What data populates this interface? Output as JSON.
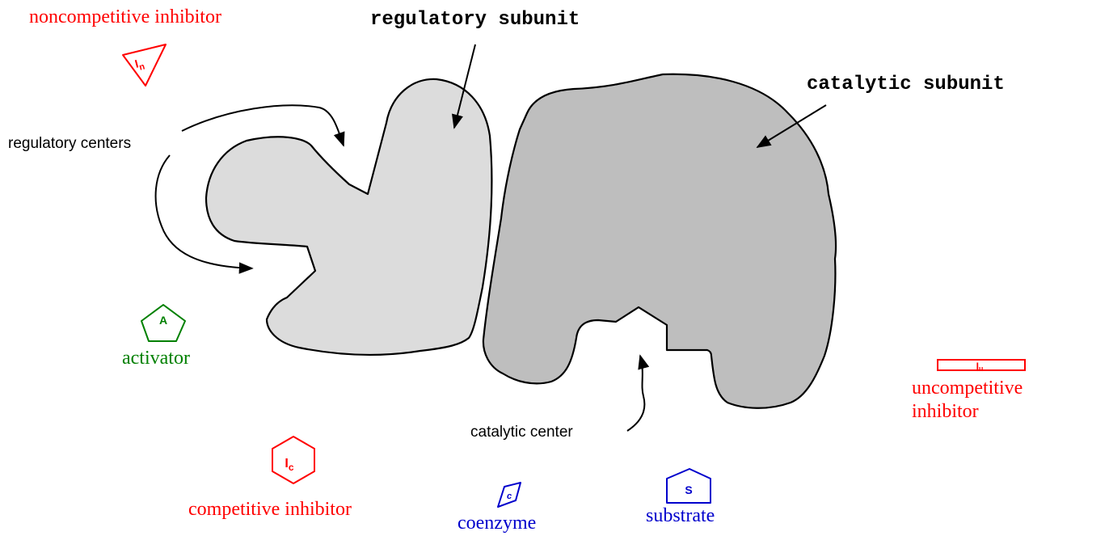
{
  "labels": {
    "noncompetitive_inhibitor": "noncompetitive inhibitor",
    "regulatory_subunit": "regulatory subunit",
    "catalytic_subunit": "catalytic subunit",
    "regulatory_centers": "regulatory centers",
    "activator": "activator",
    "catalytic_center": "catalytic center",
    "uncompetitive_inhibitor_line1": "uncompetitive",
    "uncompetitive_inhibitor_line2": "inhibitor",
    "competitive_inhibitor": "competitive inhibitor",
    "coenzyme": "coenzyme",
    "substrate": "substrate"
  },
  "symbols": {
    "noncompetitive_main": "I",
    "noncompetitive_sub": "n",
    "activator": "A",
    "competitive_main": "I",
    "competitive_sub": "c",
    "coenzyme": "c",
    "substrate": "S",
    "uncompetitive_main": "I",
    "uncompetitive_sub": "u"
  },
  "colors": {
    "inhibitor": "#ff0000",
    "activator": "#008000",
    "coenzyme_substrate": "#0000cc",
    "regulatory_fill": "#dcdcdc",
    "catalytic_fill": "#bebebe",
    "outline": "#000000"
  }
}
